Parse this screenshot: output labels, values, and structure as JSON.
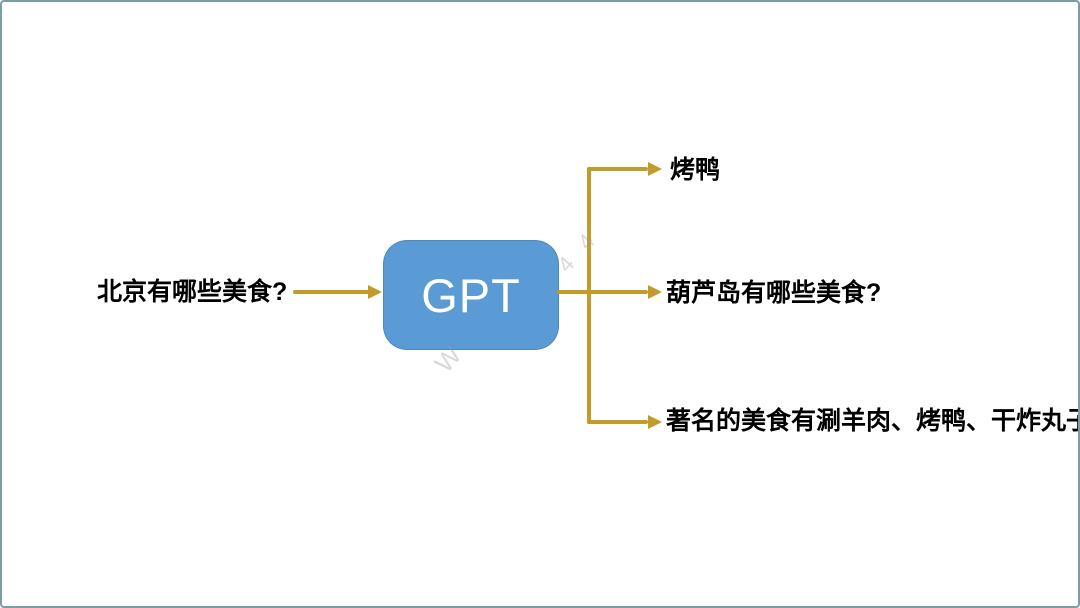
{
  "page": {
    "background": "#ffffff",
    "border_color": "#7E9CA4"
  },
  "diagram": {
    "input": {
      "label": "北京有哪些美食?"
    },
    "node": {
      "label": "GPT",
      "fill": "#5B9BD5",
      "text_color": "#ffffff"
    },
    "outputs": [
      {
        "label": "烤鸭"
      },
      {
        "label": "葫芦岛有哪些美食?"
      },
      {
        "label": "著名的美食有涮羊肉、烤鸭、干炸丸子"
      }
    ],
    "arrow_color": "#C39B2A",
    "text_color": "#000000",
    "watermark": {
      "fragments": [
        {
          "text": "4 4"
        },
        {
          "text": "W"
        }
      ]
    }
  }
}
